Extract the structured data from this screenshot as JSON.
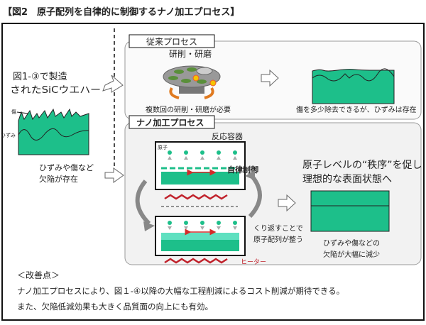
{
  "title": "【図2　原子配列を自律的に制御するナノ加工プロセス】",
  "left": {
    "wafer_caption": [
      "図1-③で製造",
      "されたSiCウエハー"
    ],
    "label_scratch": "傷",
    "label_strain": "ひずみ",
    "defect_caption": [
      "ひずみや傷など",
      "欠陥が存在"
    ]
  },
  "conventional": {
    "label": "従来プロセス",
    "process_title": "研削・研磨",
    "process_caption": "複数回の研削・研磨が必要",
    "result_caption": "傷を多少除去できるが、ひずみは存在"
  },
  "nano": {
    "label": "ナノ加工プロセス",
    "vessel_label": "反応容器",
    "atom_label": "原子",
    "control_label": "自律制御",
    "heater_label": "ヒーター",
    "repeat_caption": [
      "くり返すことで",
      "原子配列が整う"
    ],
    "goal_text": [
      "原子レベルの“秩序”を促し",
      "理想的な表面状態へ"
    ],
    "result_caption": [
      "ひずみや傷などの",
      "欠陥が大幅に減少"
    ]
  },
  "improvements": {
    "heading": "＜改善点＞",
    "lines": [
      "ナノ加工プロセスにより、図１-④以降の大幅な工程削減によるコスト削減が期待できる。",
      "また、欠陥低減効果も大きく品質面の向上にも有効。"
    ]
  },
  "colors": {
    "wafer_green": "#1dbf8a",
    "heater_red": "#c0202a",
    "arrow_gray": "#888888",
    "orange": "#e07a20"
  }
}
